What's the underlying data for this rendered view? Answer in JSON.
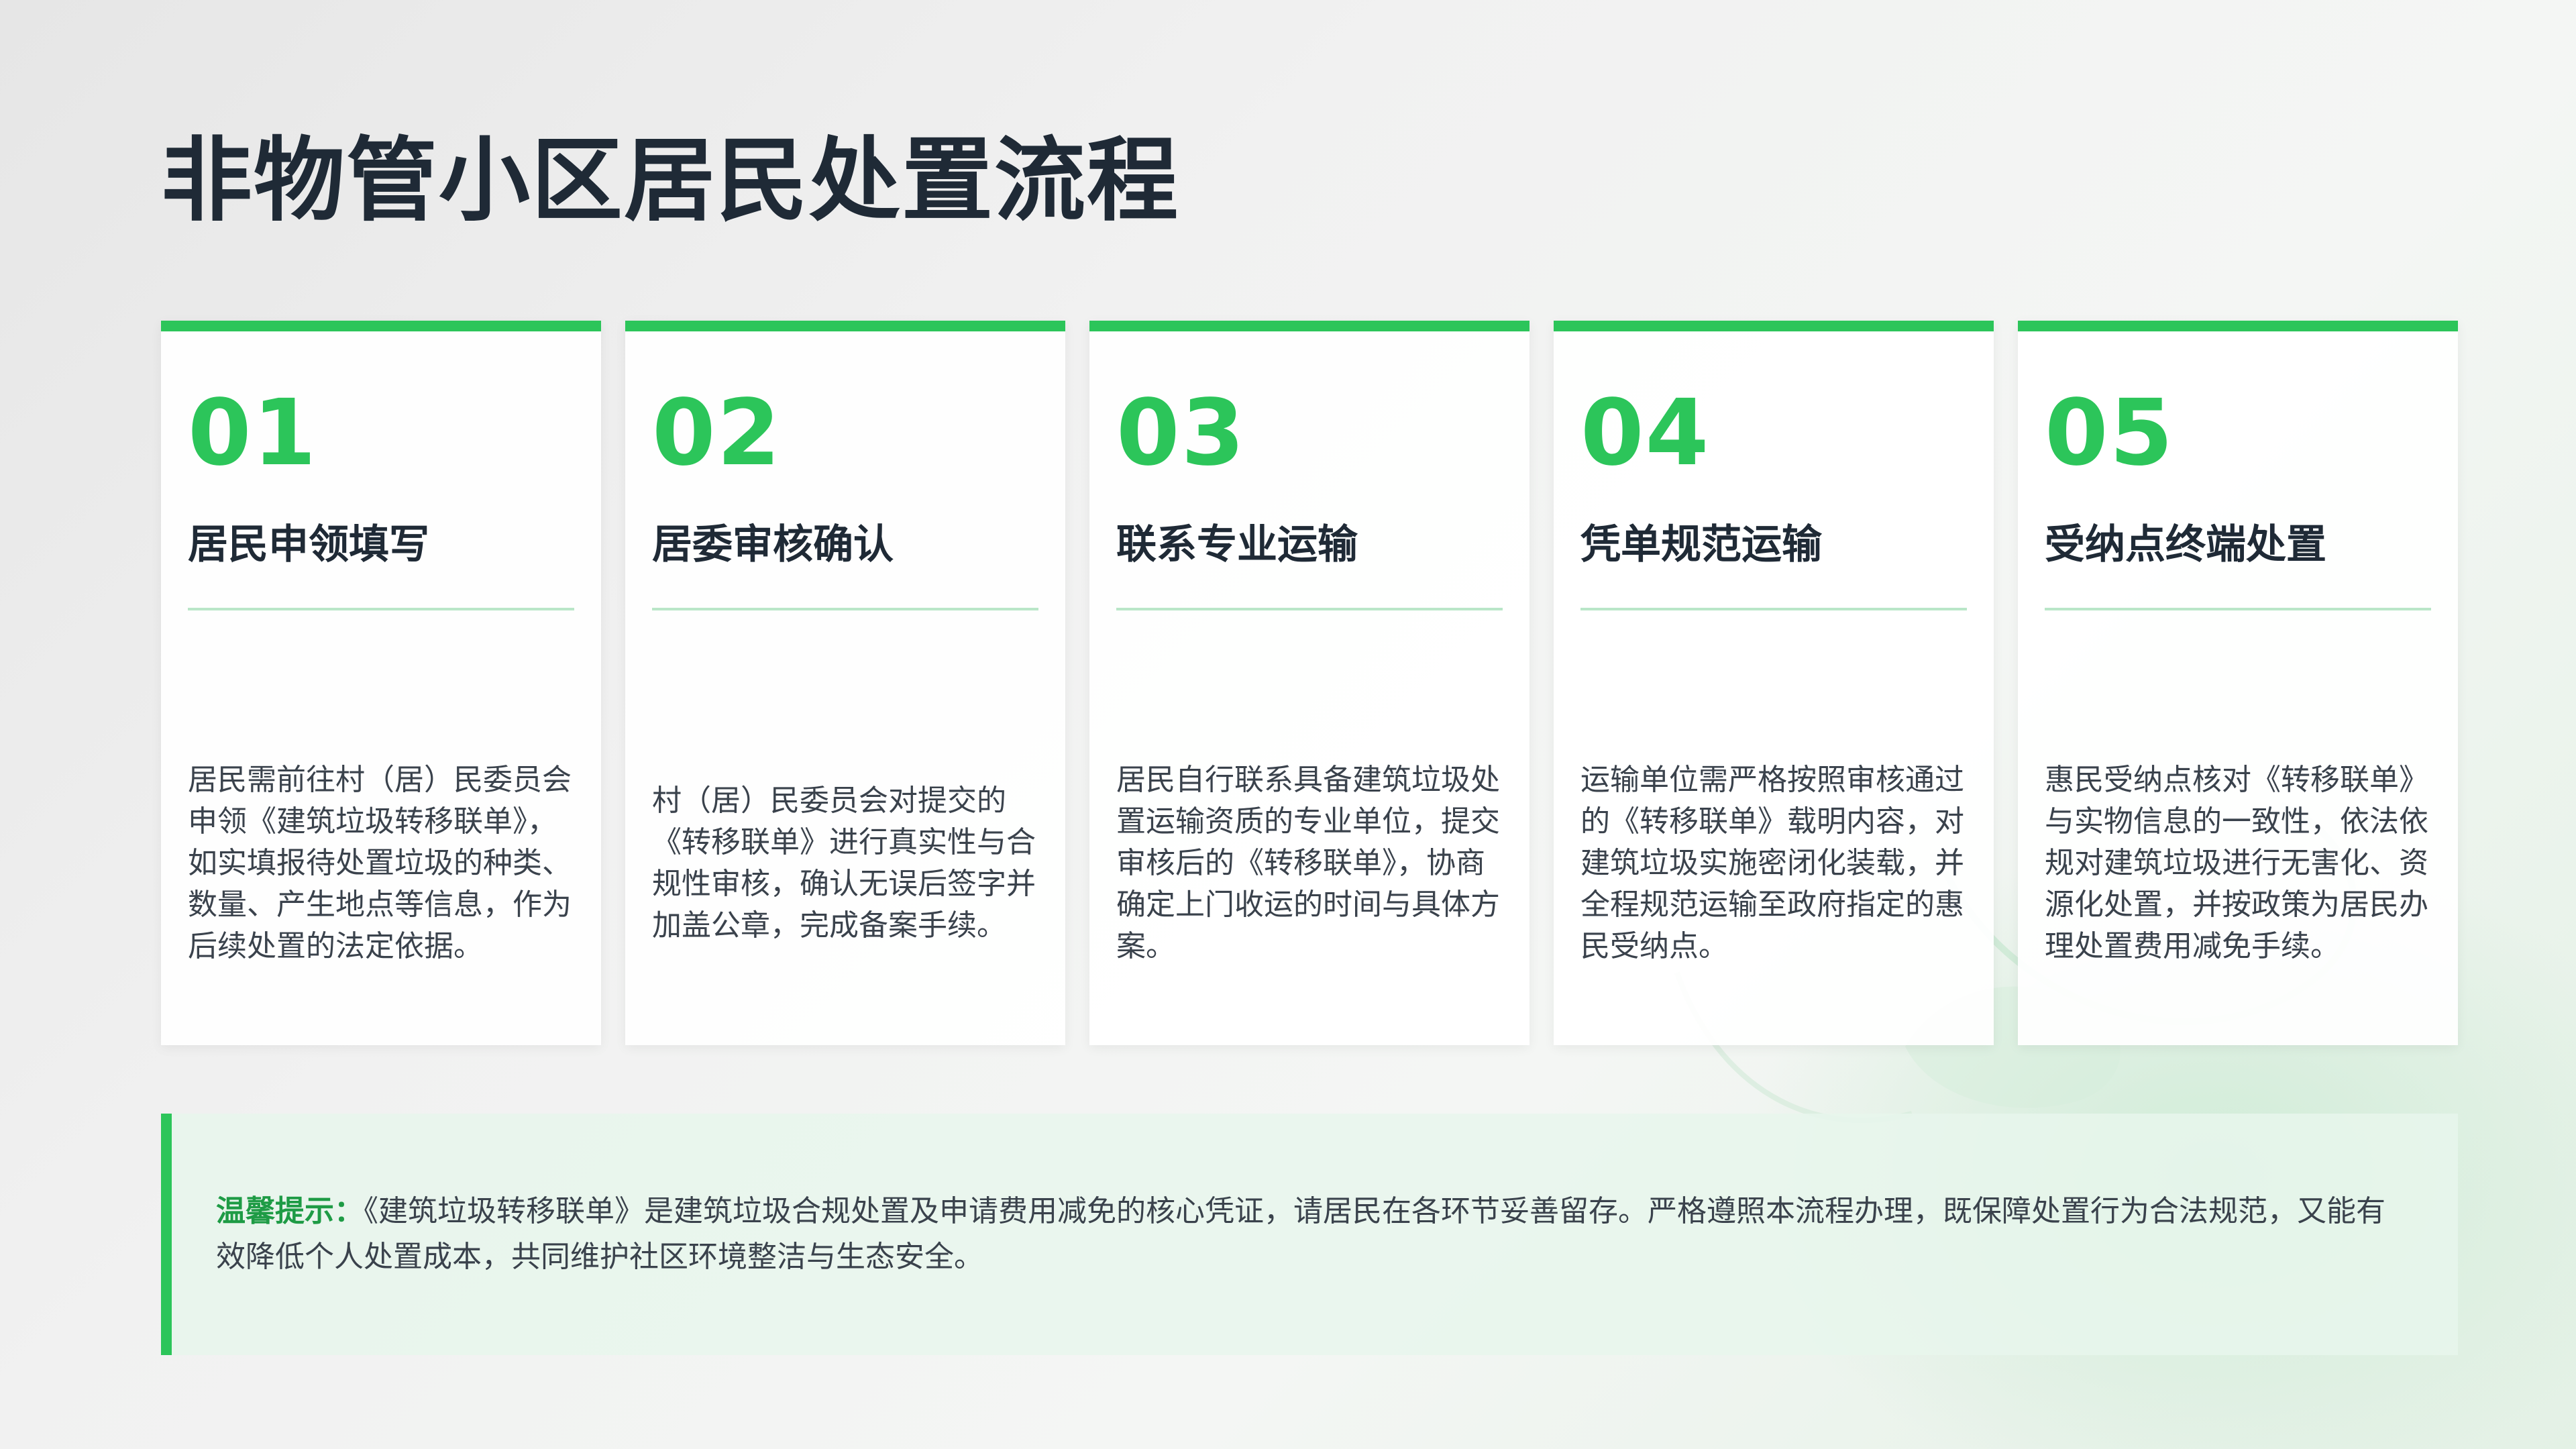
{
  "colors": {
    "accent": "#2cc55a",
    "tip_label": "#1e9b45",
    "title_text": "#1f2a36",
    "body_text": "#3a424c"
  },
  "page": {
    "title": "非物管小区居民处置流程"
  },
  "steps": [
    {
      "number": "01",
      "title": "居民申领填写",
      "description": "居民需前往村（居）民委员会申领《建筑垃圾转移联单》，如实填报待处置垃圾的种类、数量、产生地点等信息，作为后续处置的法定依据。"
    },
    {
      "number": "02",
      "title": "居委审核确认",
      "description": "村（居）民委员会对提交的《转移联单》进行真实性与合规性审核，确认无误后签字并加盖公章，完成备案手续。"
    },
    {
      "number": "03",
      "title": "联系专业运输",
      "description": "居民自行联系具备建筑垃圾处置运输资质的专业单位，提交审核后的《转移联单》，协商确定上门收运的时间与具体方案。"
    },
    {
      "number": "04",
      "title": "凭单规范运输",
      "description": "运输单位需严格按照审核通过的《转移联单》载明内容，对建筑垃圾实施密闭化装载，并全程规范运输至政府指定的惠民受纳点。"
    },
    {
      "number": "05",
      "title": "受纳点终端处置",
      "description": "惠民受纳点核对《转移联单》与实物信息的一致性，依法依规对建筑垃圾进行无害化、资源化处置，并按政策为居民办理处置费用减免手续。"
    }
  ],
  "tip": {
    "label": "温馨提示：",
    "text": "《建筑垃圾转移联单》是建筑垃圾合规处置及申请费用减免的核心凭证，请居民在各环节妥善留存。严格遵照本流程办理，既保障处置行为合法规范，又能有效降低个人处置成本，共同维护社区环境整洁与生态安全。"
  }
}
